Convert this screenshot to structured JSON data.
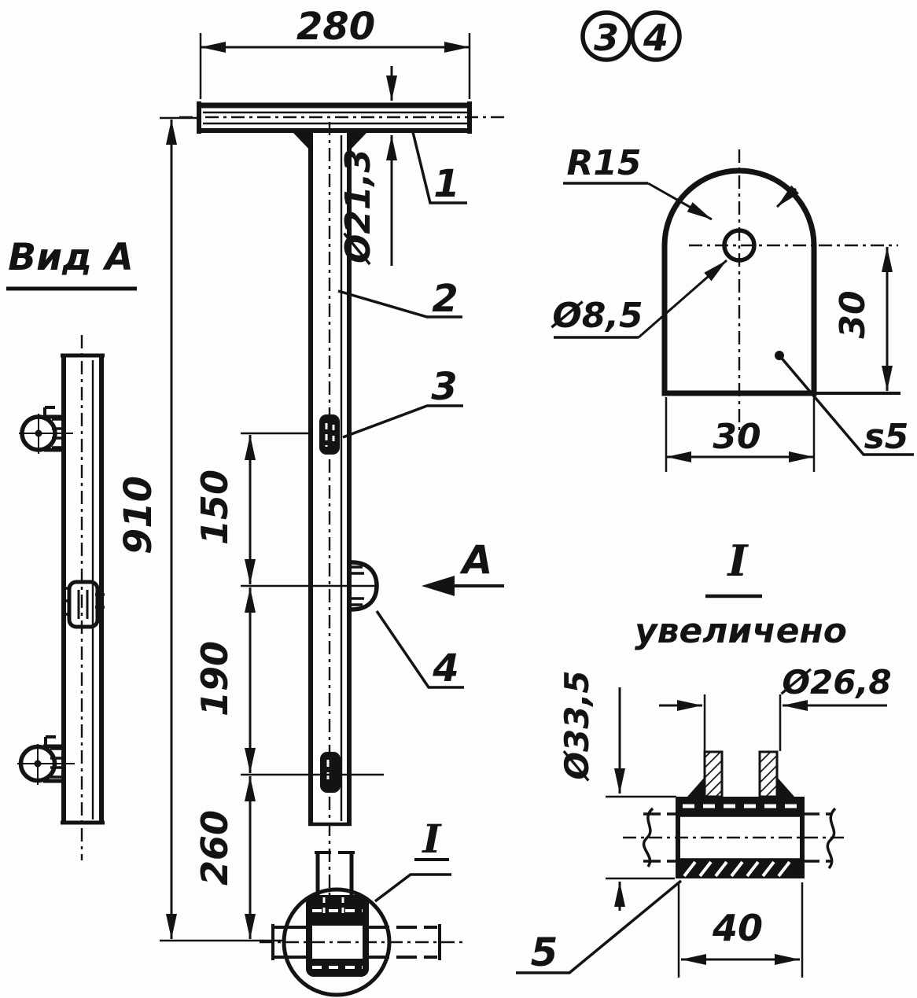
{
  "drawing": {
    "side_view": {
      "title": "Вид А"
    },
    "main_view": {
      "dim_width": "280",
      "dim_tube_dia": "Ø21,3",
      "dim_total": "910",
      "dim_seg_150": "150",
      "dim_seg_190": "190",
      "dim_seg_260": "260",
      "callout_1": "1",
      "callout_2": "2",
      "callout_3": "3",
      "callout_4": "4",
      "view_arrow_label": "А",
      "detail_marker": "I"
    },
    "lug_detail": {
      "ref_part_a": "3",
      "ref_part_b": "4",
      "dim_radius": "R15",
      "dim_hole": "Ø8,5",
      "dim_height": "30",
      "dim_width": "30",
      "dim_thickness": "s5"
    },
    "enlarged_detail": {
      "title": "I",
      "subtitle": "увеличено",
      "dim_sleeve_dia": "Ø33,5",
      "dim_rod_dia": "Ø26,8",
      "dim_length": "40",
      "callout_5": "5"
    }
  }
}
